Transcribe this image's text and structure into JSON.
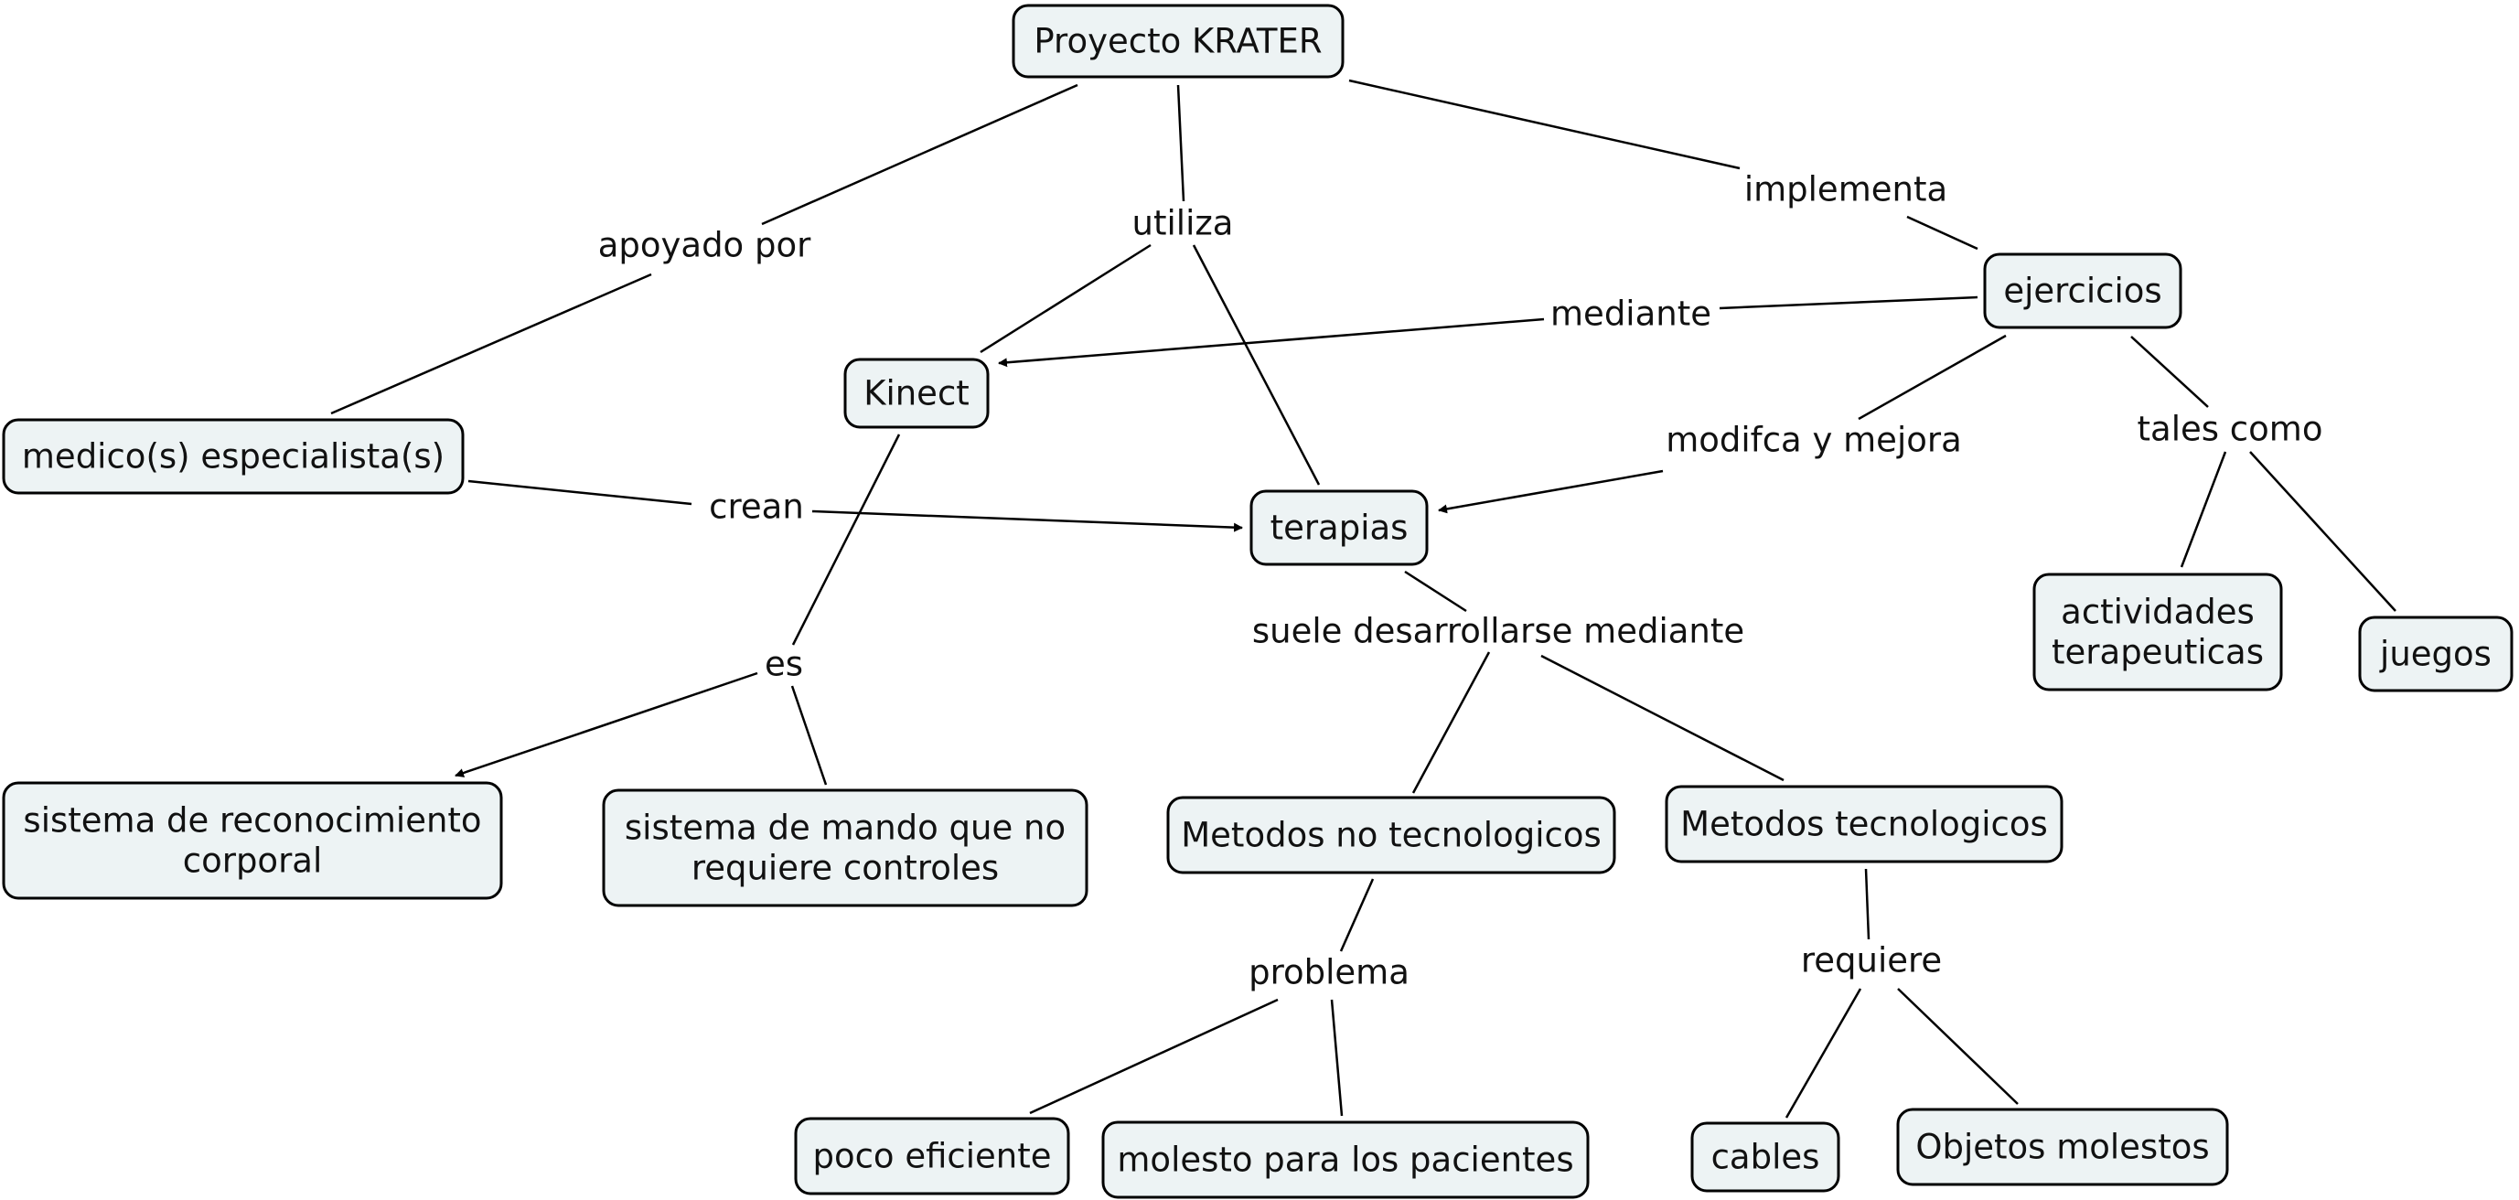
{
  "colors": {
    "node_fill": "#edf3f4",
    "node_stroke": "#000000",
    "edge": "#000000",
    "text": "#111111"
  },
  "nodes": {
    "proyecto": [
      "Proyecto KRATER"
    ],
    "medico": [
      "medico(s) especialista(s)"
    ],
    "kinect": [
      "Kinect"
    ],
    "terapias": [
      "terapias"
    ],
    "ejercicios": [
      "ejercicios"
    ],
    "sistema_reconocimiento": [
      "sistema de reconocimiento",
      "corporal"
    ],
    "sistema_mando": [
      "sistema de mando que no",
      "requiere controles"
    ],
    "metodos_no_tec": [
      "Metodos no tecnologicos"
    ],
    "metodos_tec": [
      "Metodos tecnologicos"
    ],
    "actividades": [
      "actividades",
      "terapeuticas"
    ],
    "juegos": [
      "juegos"
    ],
    "poco_eficiente": [
      "poco eficiente"
    ],
    "molesto": [
      "molesto para los pacientes"
    ],
    "cables": [
      "cables"
    ],
    "objetos": [
      "Objetos molestos"
    ]
  },
  "links": {
    "apoyado_por": "apoyado por",
    "utiliza": "utiliza",
    "implementa": "implementa",
    "mediante": "mediante",
    "crean": "crean",
    "modifica": "modifca y mejora",
    "tales_como": "tales como",
    "es": "es",
    "suele": "suele desarrollarse mediante",
    "problema": "problema",
    "requiere": "requiere"
  }
}
